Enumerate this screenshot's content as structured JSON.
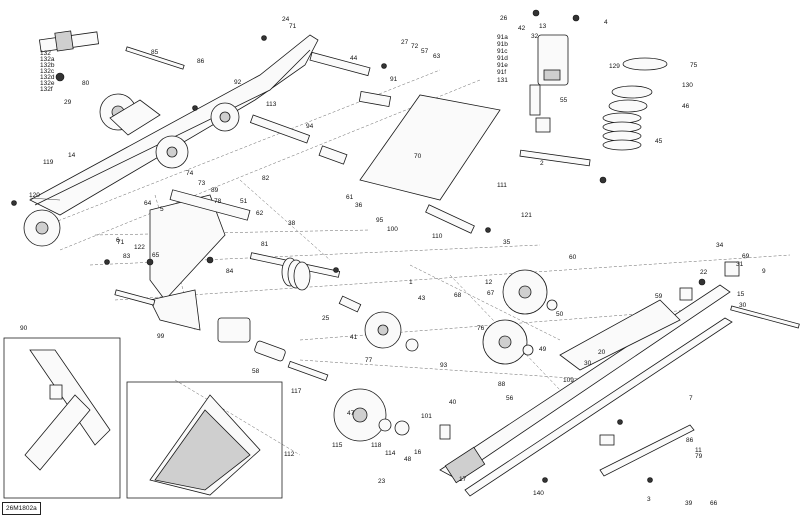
{
  "diagram": {
    "reference_code": "26M1802a",
    "callouts": [
      "24",
      "71",
      "26",
      "42",
      "4",
      "13",
      "27",
      "72",
      "57",
      "63",
      "132",
      "132a",
      "132b",
      "132c",
      "132d",
      "132e",
      "132f",
      "29",
      "80",
      "85",
      "86",
      "44",
      "91",
      "91a",
      "91b",
      "91c",
      "91d",
      "91e",
      "91f",
      "131",
      "129",
      "75",
      "130",
      "46",
      "45",
      "32",
      "55",
      "92",
      "113",
      "94",
      "70",
      "2",
      "119",
      "14",
      "120",
      "74",
      "73",
      "89",
      "78",
      "82",
      "51",
      "62",
      "81",
      "61",
      "36",
      "38",
      "95",
      "100",
      "110",
      "111",
      "121",
      "23",
      "35",
      "64",
      "5",
      "71",
      "122",
      "83",
      "65",
      "84",
      "25",
      "93",
      "49",
      "40",
      "16",
      "12",
      "67",
      "68",
      "76",
      "88",
      "77",
      "41",
      "50",
      "47",
      "118",
      "114",
      "115",
      "117",
      "48",
      "101",
      "56",
      "58",
      "59",
      "99",
      "90",
      "112",
      "9",
      "69",
      "31",
      "15",
      "34",
      "22",
      "20",
      "30",
      "109",
      "30",
      "11",
      "17",
      "60",
      "86",
      "79",
      "7",
      "140",
      "3",
      "6",
      "43",
      "1",
      "39",
      "66"
    ]
  }
}
